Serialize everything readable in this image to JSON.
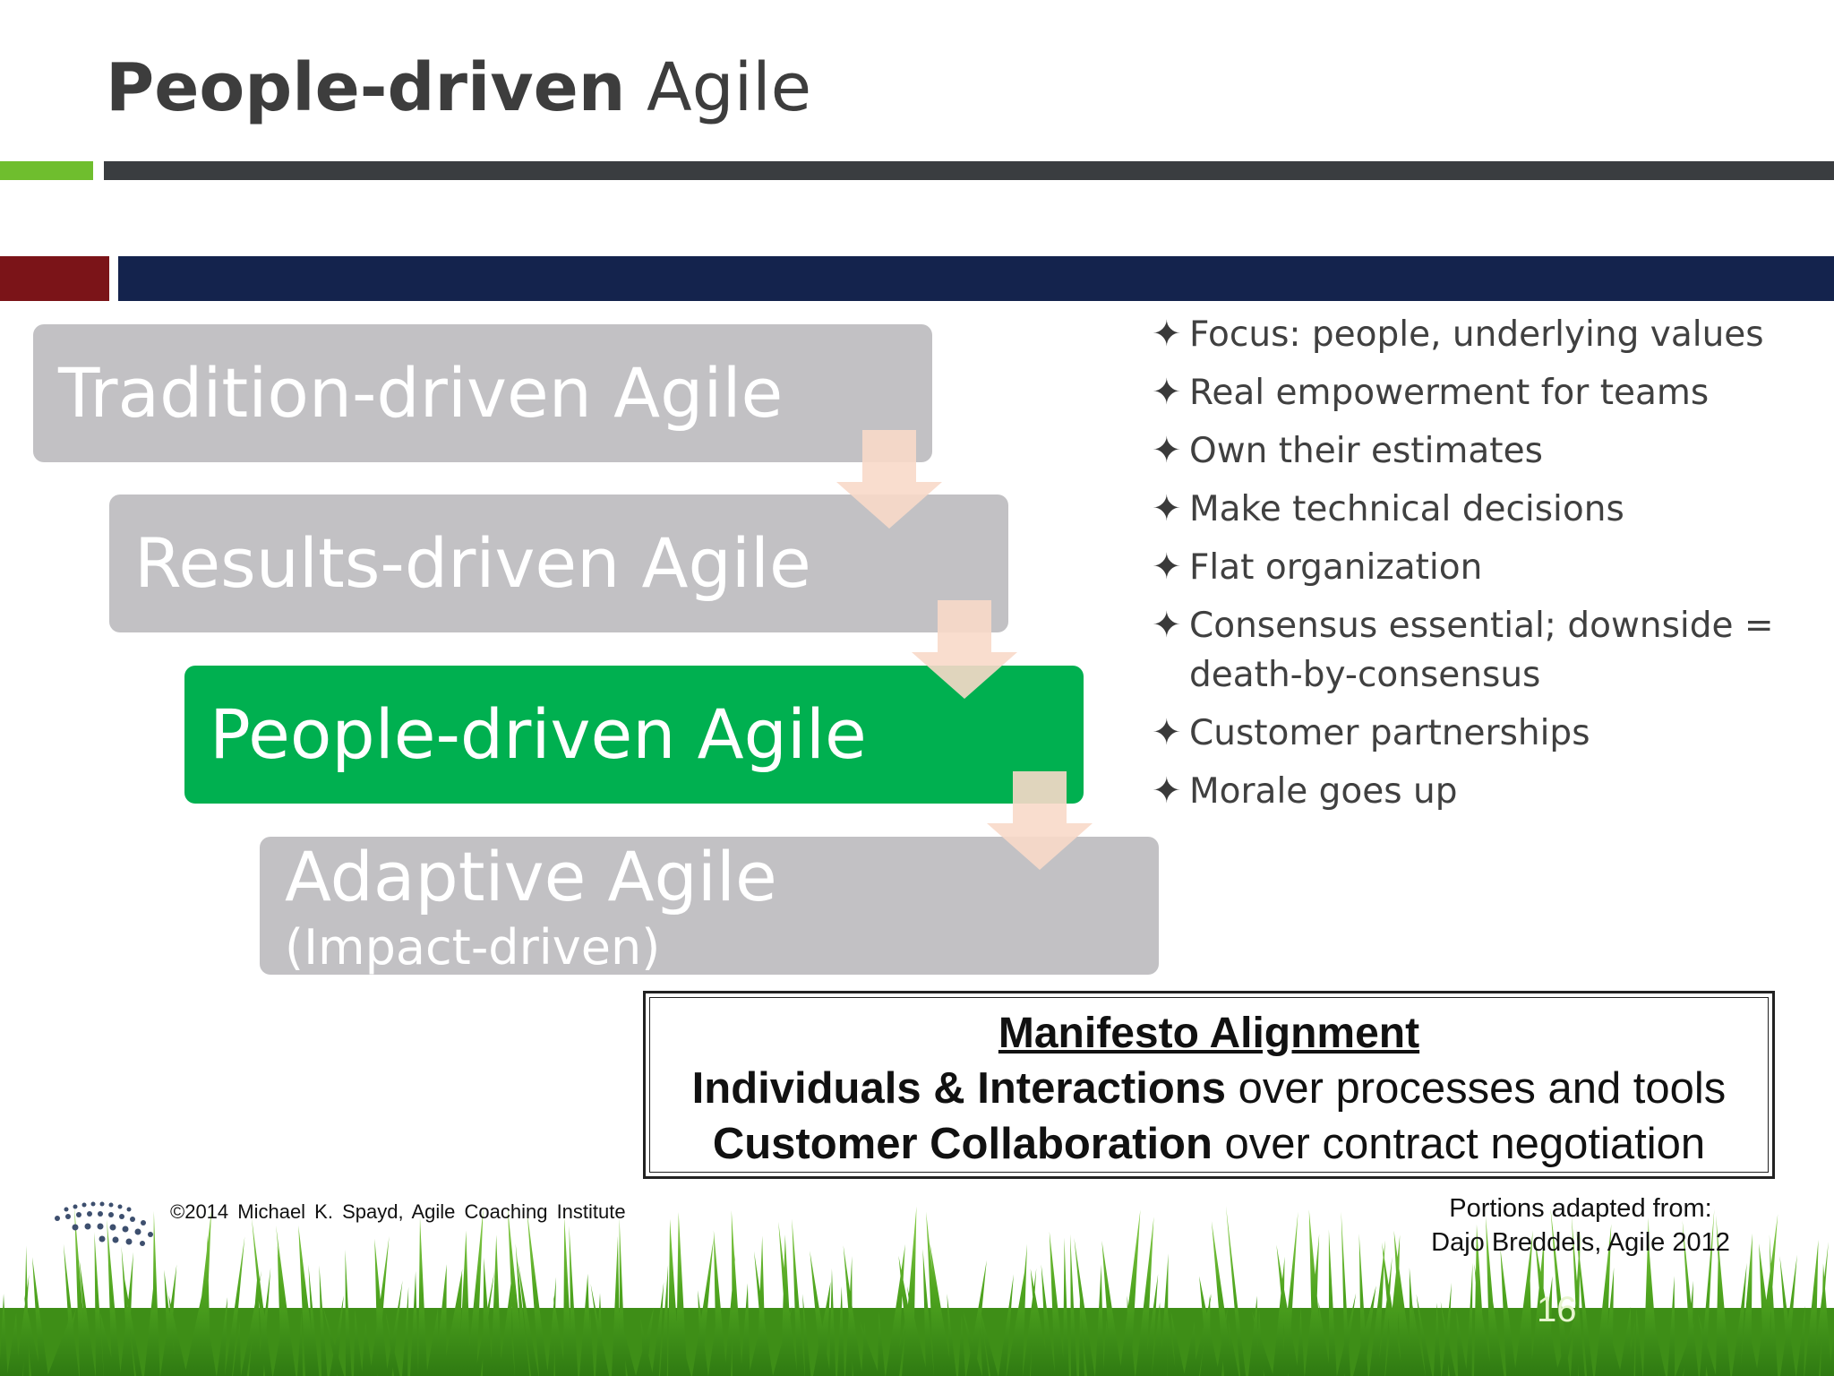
{
  "slide": {
    "title_bold": "People-driven",
    "title_rest": "Agile"
  },
  "steps": [
    {
      "label": "Tradition-driven Agile",
      "sub": ""
    },
    {
      "label": "Results-driven Agile",
      "sub": ""
    },
    {
      "label": "People-driven Agile",
      "sub": ""
    },
    {
      "label": "Adaptive Agile",
      "sub": "(Impact-driven)"
    }
  ],
  "active_step_color": "#00b050",
  "inactive_step_color": "#c2c1c4",
  "bullets": [
    "Focus: people, underlying values",
    "Real empowerment for teams",
    "Own their estimates",
    "Make technical decisions",
    "Flat organization",
    "Consensus essential; downside = death-by-consensus",
    "Customer partnerships",
    "Morale goes up"
  ],
  "bullet_glyph": "✦",
  "manifesto": {
    "heading": "Manifesto Alignment",
    "line1_bold": "Individuals & Interactions",
    "line1_rest": " over processes and tools",
    "line2_bold": "Customer Collaboration",
    "line2_rest": " over contract negotiation"
  },
  "footer": {
    "copyright": "©2014 Michael K. Spayd, Agile Coaching Institute",
    "portions_line1": "Portions adapted from:",
    "portions_line2": "Dajo Breddels, Agile 2012",
    "slide_number": "16"
  }
}
